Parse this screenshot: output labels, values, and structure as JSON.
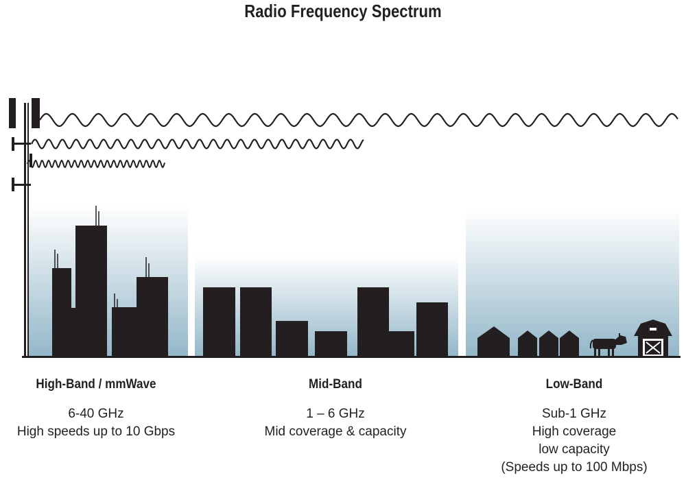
{
  "title": "Radio Frequency Spectrum",
  "bands": [
    {
      "name": "High-Band / mmWave",
      "lines": [
        "6-40 GHz",
        "High speeds up to 10 Gbps"
      ]
    },
    {
      "name": "Mid-Band",
      "lines": [
        "1 – 6 GHz",
        "Mid coverage & capacity"
      ]
    },
    {
      "name": "Low-Band",
      "lines": [
        "Sub-1 GHz",
        "High coverage",
        "low capacity",
        "(Speeds up to 100 Mbps)"
      ]
    }
  ],
  "colors": {
    "ink": "#231f20",
    "sky_top": "#ffffff",
    "sky_bottom": "#93b7c8"
  }
}
